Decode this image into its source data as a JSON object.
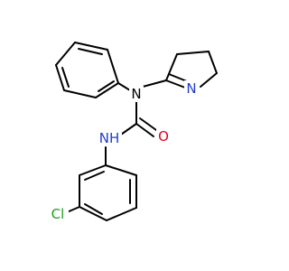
{
  "atoms": [
    {
      "id": "n_amide",
      "symbol": "N",
      "color": "#000000"
    },
    {
      "id": "n_imine",
      "symbol": "N",
      "color": "#1f3ccf"
    },
    {
      "id": "nh",
      "symbol": "NH",
      "color": "#1f3ccf"
    },
    {
      "id": "o_carbonyl",
      "symbol": "O",
      "color": "#e3001b"
    },
    {
      "id": "cl",
      "symbol": "Cl",
      "color": "#1fa020"
    }
  ],
  "colors": {
    "bond": "#000000",
    "nitrogen": "#1f3ccf",
    "oxygen": "#e3001b",
    "chlorine": "#1fa020",
    "background": "#ffffff"
  }
}
